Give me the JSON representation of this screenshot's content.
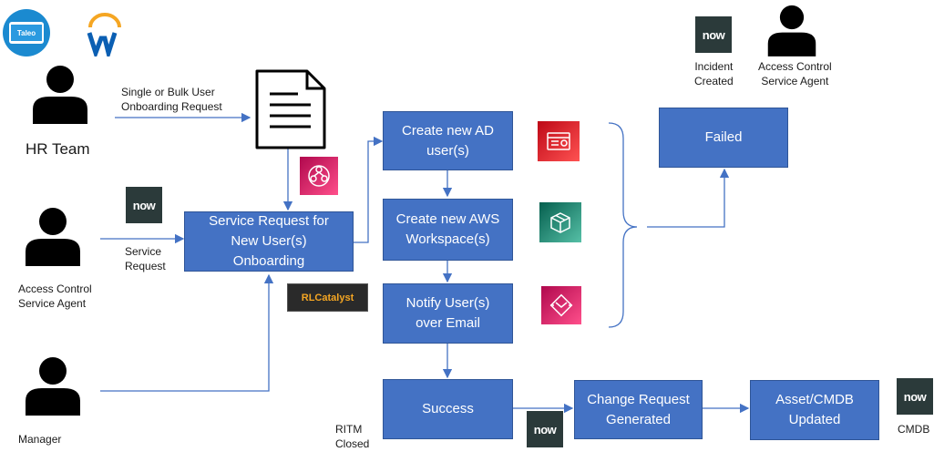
{
  "logos": {
    "taleo": "Taleo",
    "now": "now",
    "rlcatalyst": "RLCatalyst"
  },
  "actors": {
    "hr_team": "HR Team",
    "access_control_agent_left": "Access Control\nService Agent",
    "manager": "Manager",
    "incident_created": "Incident\nCreated",
    "access_control_agent_right": "Access Control\nService Agent"
  },
  "edge_labels": {
    "onboarding_request": "Single or Bulk User\nOnboarding Request",
    "service_request": "Service\nRequest",
    "ritm_closed": "RITM\nClosed",
    "cmdb": "CMDB"
  },
  "boxes": {
    "service_request_box": "Service Request for\nNew User(s)\nOnboarding",
    "create_ad": "Create new AD\nuser(s)",
    "create_aws": "Create new AWS\nWorkspace(s)",
    "notify": "Notify User(s)\nover Email",
    "failed": "Failed",
    "success": "Success",
    "change_request": "Change Request\nGenerated",
    "asset_cmdb": "Asset/CMDB\nUpdated"
  },
  "icons": {
    "person": "person-icon",
    "document": "document-icon",
    "workflow": "aws-step-functions-icon",
    "directory": "aws-directory-service-icon",
    "workspaces": "aws-workspaces-icon",
    "email": "aws-ses-icon"
  },
  "colors": {
    "box_fill": "#4472C4",
    "connector": "#4472C4",
    "now_bg": "#2b3a3a",
    "taleo_blue": "#1b8ad0",
    "workday_orange": "#f5a623",
    "workday_blue": "#0b5fb3"
  }
}
